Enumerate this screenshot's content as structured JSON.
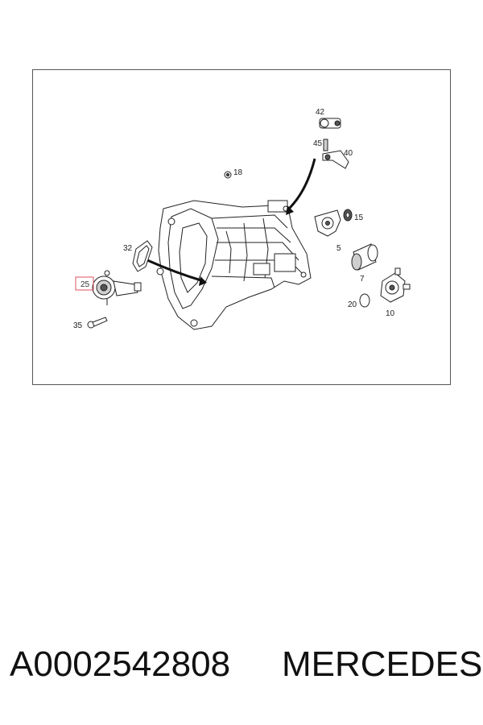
{
  "diagram": {
    "callouts": {
      "c42": "42",
      "c45": "45",
      "c40": "40",
      "c18": "18",
      "c15": "15",
      "c32": "32",
      "c5": "5",
      "c25": "25",
      "c7": "7",
      "c20": "20",
      "c10": "10",
      "c35": "35"
    },
    "highlight_color": "#e05060"
  },
  "caption": {
    "part_number": "A0002542808",
    "brand": "MERCEDES"
  }
}
